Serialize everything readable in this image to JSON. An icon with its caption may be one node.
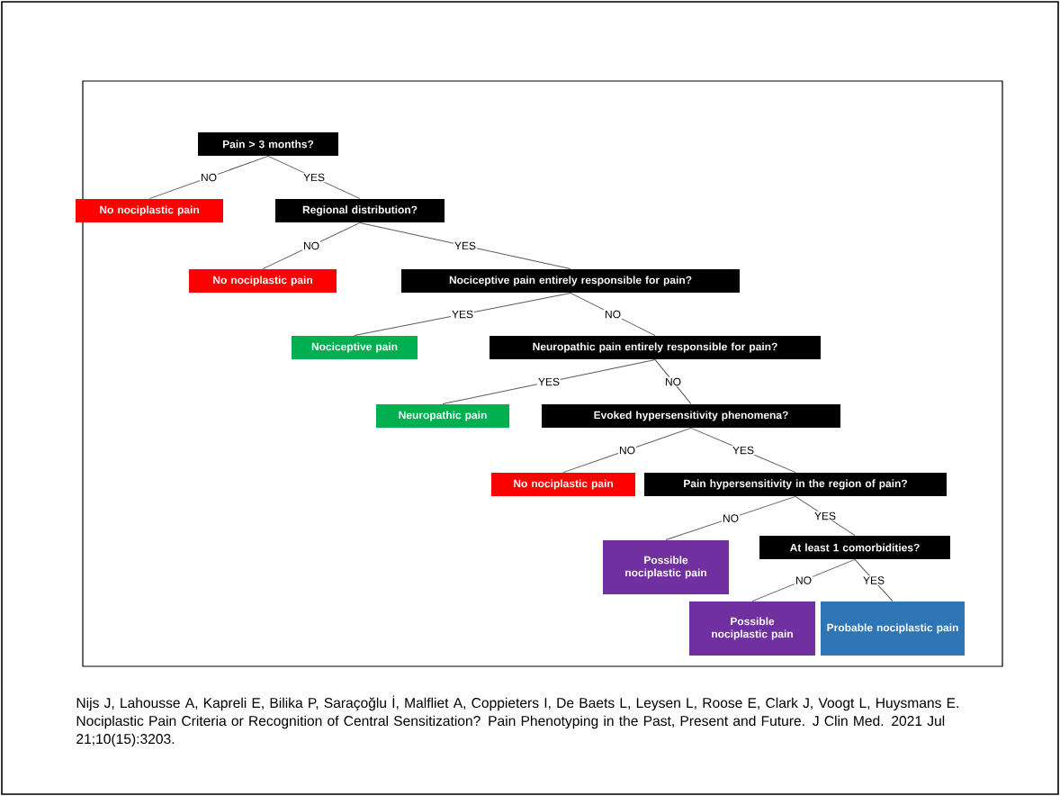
{
  "diagram": {
    "caption": "Nijs J, Lahousse A, Kapreli E, Bilika P, Saraçoğlu İ, Malfliet A, Coppieters I, De Baets L, Leysen L, Roose E, Clark J, Voogt L, Huysmans E. Nociplastic Pain Criteria or Recognition of Central Sensitization? Pain Phenotyping in the Past, Present and Future. J Clin Med. 2021 Jul 21;10(15):3203.",
    "nodes": [
      {
        "text": [
          "Pain > 3 months?"
        ]
      },
      {
        "text": [
          "No nociplastic pain"
        ]
      },
      {
        "text": [
          "Regional distribution?"
        ]
      },
      {
        "text": [
          "No nociplastic pain"
        ]
      },
      {
        "text": [
          "Nociceptive pain entirely responsible for pain?"
        ]
      },
      {
        "text": [
          "Nociceptive pain"
        ]
      },
      {
        "text": [
          "Neuropathic pain entirely responsible for pain?"
        ]
      },
      {
        "text": [
          "Neuropathic pain"
        ]
      },
      {
        "text": [
          "Evoked hypersensitivity phenomena?"
        ]
      },
      {
        "text": [
          "No nociplastic pain"
        ]
      },
      {
        "text": [
          "Pain hypersensitivity in the region of pain?"
        ]
      },
      {
        "text": [
          "Possible nociplastic pain"
        ]
      },
      {
        "text": [
          "At least 1 comorbidities?"
        ]
      },
      {
        "text": [
          "Possible nociplastic pain"
        ]
      },
      {
        "text": [
          "Probable nociplastic pain"
        ]
      }
    ],
    "edges": [
      {
        "from": 0,
        "to": 1,
        "arrow": "none",
        "label": "NO"
      },
      {
        "from": 0,
        "to": 2,
        "arrow": "none",
        "label": "YES"
      },
      {
        "from": 2,
        "to": 3,
        "arrow": "none",
        "label": "NO"
      },
      {
        "from": 2,
        "to": 4,
        "arrow": "none",
        "label": "YES"
      },
      {
        "from": 4,
        "to": 5,
        "arrow": "none",
        "label": "YES"
      },
      {
        "from": 4,
        "to": 6,
        "arrow": "none",
        "label": "NO"
      },
      {
        "from": 6,
        "to": 7,
        "arrow": "none",
        "label": "YES"
      },
      {
        "from": 6,
        "to": 8,
        "arrow": "none",
        "label": "NO"
      },
      {
        "from": 8,
        "to": 9,
        "arrow": "none",
        "label": "NO"
      },
      {
        "from": 8,
        "to": 10,
        "arrow": "none",
        "label": "YES"
      },
      {
        "from": 10,
        "to": 11,
        "arrow": "none",
        "label": "NO"
      },
      {
        "from": 10,
        "to": 12,
        "arrow": "none",
        "label": "YES"
      },
      {
        "from": 12,
        "to": 13,
        "arrow": "none",
        "label": "NO"
      },
      {
        "from": 12,
        "to": 14,
        "arrow": "none",
        "label": "YES"
      }
    ]
  }
}
